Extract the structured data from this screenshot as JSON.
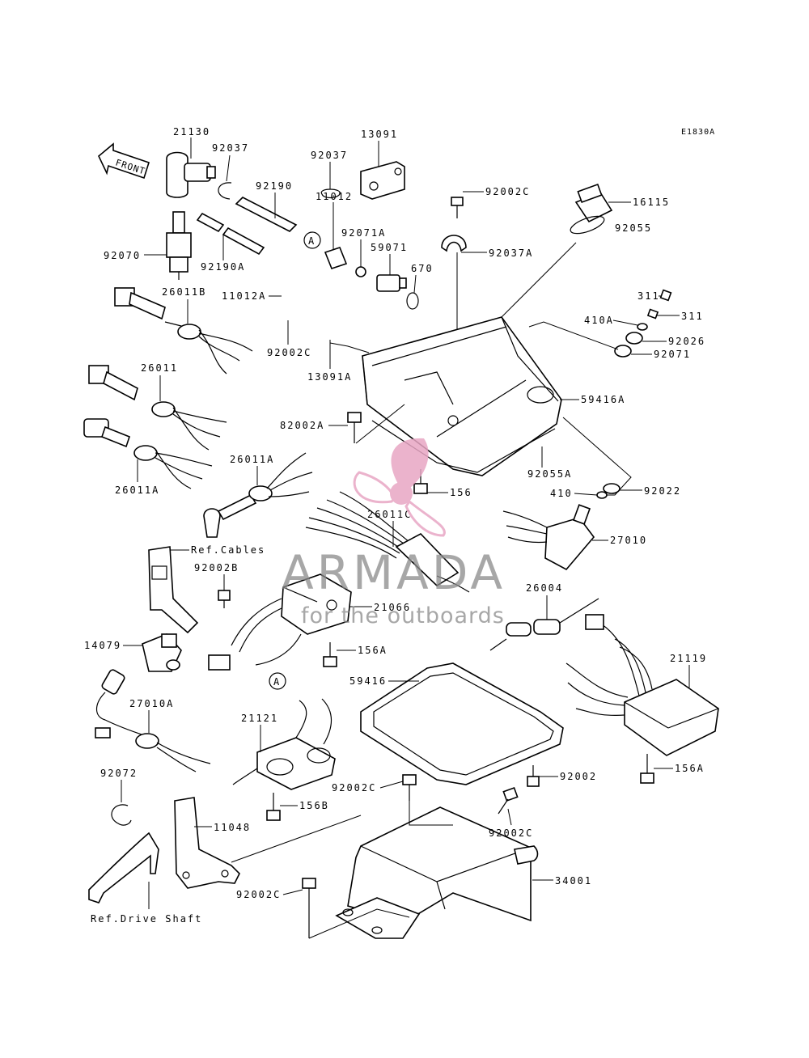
{
  "drawing_code": "E1830A",
  "front_arrow": "FRONT",
  "reference_labels": {
    "cables": "Ref.Cables",
    "drive_shaft": "Ref.Drive Shaft"
  },
  "callout_marker": "A",
  "parts": {
    "p21130": "21130",
    "p92037a": "92037",
    "p13091": "13091",
    "p92037b": "92037",
    "p92190": "92190",
    "p11012": "11012",
    "p92071A": "92071A",
    "p59071": "59071",
    "p670": "670",
    "p92070": "92070",
    "p92190A": "92190A",
    "p92002C_top": "92002C",
    "p92037A": "92037A",
    "p16115": "16115",
    "p92055": "92055",
    "p26011B": "26011B",
    "p11012A": "11012A",
    "p92002C_left": "92002C",
    "p13091A": "13091A",
    "p311a": "311",
    "p311b": "311",
    "p410A": "410A",
    "p92026": "92026",
    "p92071": "92071",
    "p26011": "26011",
    "p59416A": "59416A",
    "p82002A": "82002A",
    "p92055A": "92055A",
    "p26011A_top": "26011A",
    "p156": "156",
    "p410": "410",
    "p92022": "92022",
    "p26011A_bottom": "26011A",
    "p26011C": "26011C",
    "p27010": "27010",
    "p92002B": "92002B",
    "p26004": "26004",
    "p21066": "21066",
    "p14079": "14079",
    "p156A_mid": "156A",
    "p59416": "59416",
    "p21119": "21119",
    "p27010A": "27010A",
    "p21121": "21121",
    "p92072": "92072",
    "p92002C_mid": "92002C",
    "p92002": "92002",
    "p156A_right": "156A",
    "p156B": "156B",
    "p11048": "11048",
    "p92002C_right": "92002C",
    "p92002C_bottom": "92002C",
    "p34001": "34001"
  },
  "watermark": {
    "brand": "ARMADA",
    "tagline": "for the outboards",
    "accent_color": "#e8a6c4",
    "text_color": "#8a8a8a"
  }
}
